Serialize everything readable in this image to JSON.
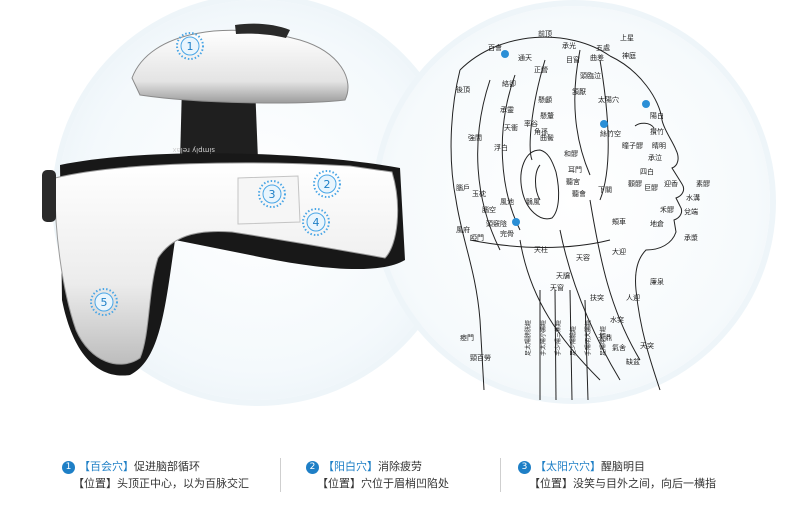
{
  "device": {
    "brand_text": "simply relax",
    "markers": [
      "1",
      "2",
      "3",
      "4",
      "5"
    ]
  },
  "chart": {
    "labels": [
      {
        "t": "前顶"
      },
      {
        "t": "承光"
      },
      {
        "t": "上星"
      },
      {
        "t": "五處"
      },
      {
        "t": "神庭"
      },
      {
        "t": "通天"
      },
      {
        "t": "曲差"
      },
      {
        "t": "百會"
      },
      {
        "t": "目窗"
      },
      {
        "t": "後頂"
      },
      {
        "t": "正營"
      },
      {
        "t": "絡卻"
      },
      {
        "t": "頭臨泣"
      },
      {
        "t": "頷厭"
      },
      {
        "t": "陽白"
      },
      {
        "t": "懸顱"
      },
      {
        "t": "承靈"
      },
      {
        "t": "太陽穴"
      },
      {
        "t": "懸釐"
      },
      {
        "t": "曲鬢"
      },
      {
        "t": "絲竹空"
      },
      {
        "t": "瞳子髎"
      },
      {
        "t": "攢竹"
      },
      {
        "t": "強間"
      },
      {
        "t": "率谷"
      },
      {
        "t": "角孫"
      },
      {
        "t": "天衝"
      },
      {
        "t": "浮白"
      },
      {
        "t": "和髎"
      },
      {
        "t": "睛明"
      },
      {
        "t": "承泣"
      },
      {
        "t": "四白"
      },
      {
        "t": "耳門"
      },
      {
        "t": "聽宮"
      },
      {
        "t": "聽會"
      },
      {
        "t": "下關"
      },
      {
        "t": "顴髎"
      },
      {
        "t": "巨髎"
      },
      {
        "t": "迎香"
      },
      {
        "t": "素髎"
      },
      {
        "t": "水溝"
      },
      {
        "t": "兌端"
      },
      {
        "t": "禾髎"
      },
      {
        "t": "地倉"
      },
      {
        "t": "承漿"
      },
      {
        "t": "腦戶"
      },
      {
        "t": "玉枕"
      },
      {
        "t": "腦空"
      },
      {
        "t": "頭竅陰"
      },
      {
        "t": "完骨"
      },
      {
        "t": "翳風"
      },
      {
        "t": "風池"
      },
      {
        "t": "風府"
      },
      {
        "t": "啞門"
      },
      {
        "t": "天柱"
      },
      {
        "t": "天容"
      },
      {
        "t": "頰車"
      },
      {
        "t": "大迎"
      },
      {
        "t": "天窗"
      },
      {
        "t": "天牖"
      },
      {
        "t": "廉泉"
      },
      {
        "t": "人迎"
      },
      {
        "t": "扶突"
      },
      {
        "t": "水突"
      },
      {
        "t": "天鼎"
      },
      {
        "t": "氣舍"
      },
      {
        "t": "缺盆"
      },
      {
        "t": "天突"
      },
      {
        "t": "瘂門"
      },
      {
        "t": "頸百勞"
      }
    ],
    "vertical_labels": [
      "足太陽膀胱經",
      "手太陽小腸經",
      "手少陽三焦經",
      "足少陽膽經",
      "手陽明大腸經",
      "足陽明胃經"
    ]
  },
  "legend": [
    {
      "num": "1",
      "title": "【百会穴】",
      "desc": "促进脑部循环",
      "pos_label": "【位置】",
      "pos_desc": "头顶正中心，以为百脉交汇"
    },
    {
      "num": "2",
      "title": "【阳白穴】",
      "desc": "消除疲劳",
      "pos_label": "【位置】",
      "pos_desc": "穴位于眉梢凹陷处"
    },
    {
      "num": "3",
      "title": "【太阳穴穴】",
      "desc": "醒脑明目",
      "pos_label": "【位置】",
      "pos_desc": "没笑与目外之间，向后一横指"
    }
  ],
  "colors": {
    "accent": "#1e7fc6",
    "marker": "#2b8fd6",
    "device_dark": "#1c1c1c",
    "device_light": "#f3f3f3"
  }
}
